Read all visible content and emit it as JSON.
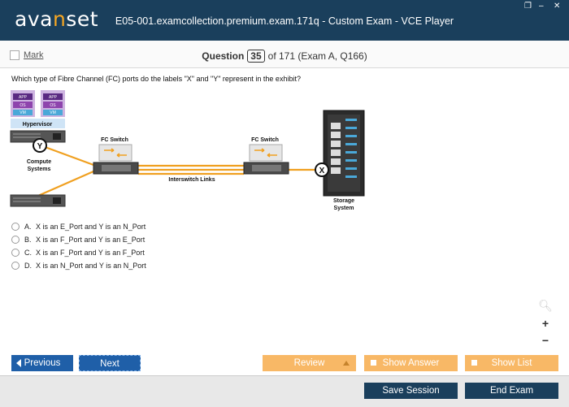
{
  "window": {
    "logo_prefix": "ava",
    "logo_accent": "n",
    "logo_suffix": "set",
    "title": "E05-001.examcollection.premium.exam.171q - Custom Exam - VCE Player",
    "icons": [
      "restore-icon",
      "minimize-icon",
      "close-icon"
    ]
  },
  "question_bar": {
    "mark_label": "Mark",
    "question_label": "Question",
    "question_number": "35",
    "of_text": "of 171 (Exam A, Q166)"
  },
  "question": {
    "text": "Which type of Fibre Channel (FC) ports do the labels \"X\" and \"Y\" represent in the exhibit?"
  },
  "exhibit": {
    "app_labels": [
      "APP",
      "OS",
      "VM"
    ],
    "hypervisor_label": "Hypervisor",
    "y_label": "Y",
    "x_label": "X",
    "compute_label_1": "Compute",
    "compute_label_2": "Systems",
    "fc_switch_label": "FC Switch",
    "isl_label": "Interswitch Links",
    "storage_label_1": "Storage",
    "storage_label_2": "System"
  },
  "answers": [
    {
      "letter": "A.",
      "text": "X is an E_Port and Y is an N_Port"
    },
    {
      "letter": "B.",
      "text": "X is an F_Port and Y is an E_Port"
    },
    {
      "letter": "C.",
      "text": "X is an F_Port and Y is an F_Port"
    },
    {
      "letter": "D.",
      "text": "X is an N_Port and Y is an N_Port"
    }
  ],
  "zoom": {
    "plus": "+",
    "minus": "−"
  },
  "buttons": {
    "previous": "Previous",
    "next": "Next",
    "review": "Review",
    "show_answer": "Show Answer",
    "show_list": "Show List",
    "save_session": "Save Session",
    "end_exam": "End Exam"
  },
  "colors": {
    "header": "#1a3f5c",
    "accent": "#f5a623",
    "nav_blue": "#1f5fa8",
    "orange_button": "#f8b866",
    "link_orange": "#f0a020"
  }
}
